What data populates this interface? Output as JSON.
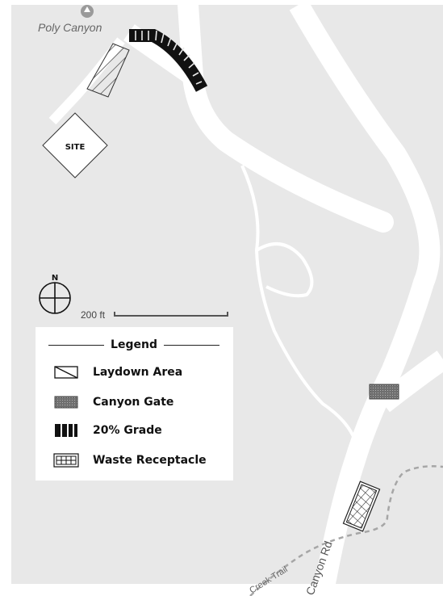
{
  "map": {
    "place_label": "Poly Canyon",
    "site_label": "SITE",
    "north_label": "N",
    "scale_label": "200 ft",
    "road_label": "Canyon Rd",
    "trail_label": "Creek Trail",
    "colors": {
      "background": "#e8e8e8",
      "road": "#ffffff",
      "trail": "#a6a6a6",
      "canyon_gate": "#7d7d7d",
      "grade": "#111111"
    }
  },
  "legend": {
    "title": "Legend",
    "items": [
      {
        "label": "Laydown Area",
        "icon": "diagonal-hatch-icon"
      },
      {
        "label": "Canyon Gate",
        "icon": "gray-stipple-icon"
      },
      {
        "label": "20% Grade",
        "icon": "black-bars-icon"
      },
      {
        "label": "Waste Receptacle",
        "icon": "crosshatch-box-icon"
      }
    ]
  }
}
